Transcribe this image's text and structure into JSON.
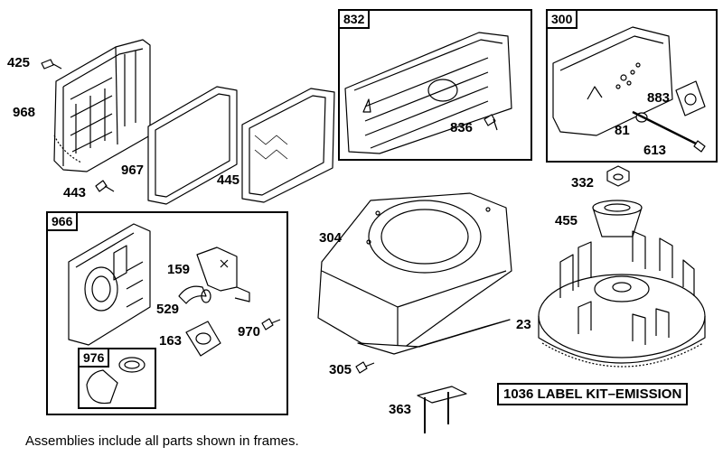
{
  "frames": {
    "f832": "832",
    "f300": "300",
    "f966": "966",
    "f976": "976"
  },
  "callouts": {
    "c425": "425",
    "c968": "968",
    "c443": "443",
    "c967": "967",
    "c445": "445",
    "c836": "836",
    "c883": "883",
    "c81": "81",
    "c613": "613",
    "c332": "332",
    "c455": "455",
    "c304": "304",
    "c159": "159",
    "c529": "529",
    "c163": "163",
    "c970": "970",
    "c23": "23",
    "c305": "305",
    "c363": "363"
  },
  "kit_label": "1036 LABEL KIT–EMISSION",
  "footnote": "Assemblies include all parts shown in frames."
}
